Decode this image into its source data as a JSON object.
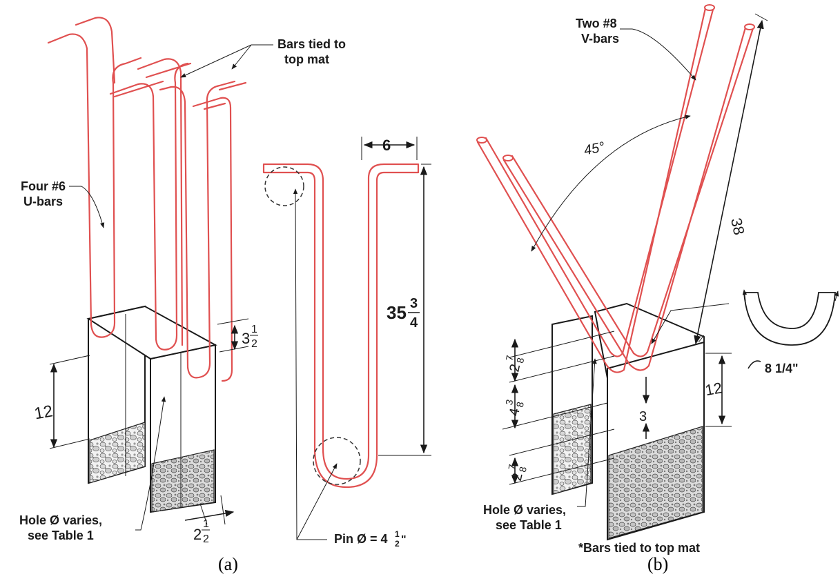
{
  "figure_a": {
    "label_bars_tied": "Bars tied to\ntop mat",
    "label_u_bars": "Four #6\nU-bars",
    "label_hole": "Hole Ø  varies,\nsee Table 1",
    "label_pin": "Pin Ø = 4",
    "pin_frac_num": "1",
    "pin_frac_den": "2",
    "pin_unit": "\"",
    "dim_hook": "6",
    "dim_height_whole": "35",
    "dim_height_num": "3",
    "dim_height_den": "4",
    "dim_top_whole": "3",
    "dim_top_num": "1",
    "dim_top_den": "2",
    "dim_embed": "12",
    "dim_flange_whole": "2",
    "dim_flange_num": "1",
    "dim_flange_den": "2",
    "caption": "(a)"
  },
  "figure_b": {
    "label_v_bars": "Two #8\nV-bars",
    "label_angle": "45°",
    "label_length": "38",
    "label_hole": "Hole Ø varies,\nsee Table 1",
    "label_note": "*Bars tied to top mat",
    "label_radius": "8 1/4\"",
    "dim_top_whole": "2",
    "dim_top_num": "7",
    "dim_top_den": "8",
    "dim_mid_whole": "4",
    "dim_mid_num": "3",
    "dim_mid_den": "8",
    "dim_bot_whole": "2",
    "dim_bot_num": "7",
    "dim_bot_den": "8",
    "dim_three": "3",
    "dim_embed": "12",
    "caption": "(b)"
  }
}
